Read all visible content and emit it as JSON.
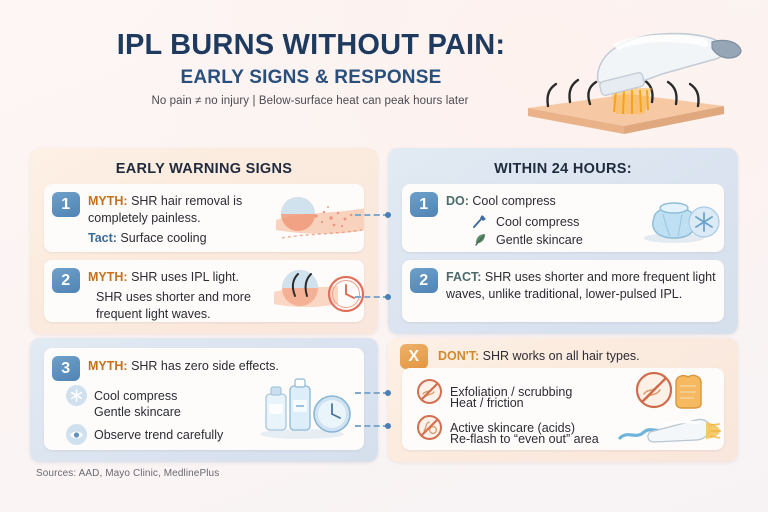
{
  "header": {
    "title": "IPL BURNS WITHOUT PAIN:",
    "subtitle": "EARLY SIGNS & RESPONSE",
    "tagline": "No pain ≠ no injury  |  Below-surface heat can peak hours later",
    "device_icon": "ipl-handpiece-on-skin-illustration"
  },
  "panels": {
    "left_top": {
      "heading": "EARLY WARNING SIGNS",
      "cards": [
        {
          "badge": "1",
          "badge_color": "#4f84b4",
          "label": "MYTH:",
          "label_color": "#c4711f",
          "text": "SHR hair removal is completely painless.",
          "sub_label": "Tact:",
          "sub_label_color": "#3d6b96",
          "sub_text": "Surface cooling",
          "illustration": "irritated-skin-closeup-icon"
        },
        {
          "badge": "2",
          "badge_color": "#4f84b4",
          "label": "MYTH:",
          "label_color": "#c4711f",
          "text": "SHR uses IPL light.",
          "sub_text": "SHR uses shorter and more frequent light waves.",
          "illustration": "hair-follicle-and-clock-icon"
        }
      ]
    },
    "right_top": {
      "heading": "WITHIN 24 HOURS:",
      "cards": [
        {
          "badge": "1",
          "badge_color": "#4f84b4",
          "label": "DO:",
          "label_color": "#4b6b6a",
          "text": "Cool compress",
          "bullets": [
            {
              "icon": "compress-pin-icon",
              "text": "Cool compress"
            },
            {
              "icon": "leaf-icon",
              "text": "Gentle skincare"
            }
          ],
          "illustration": "ice-bag-with-snowflake-icon"
        },
        {
          "badge": "2",
          "badge_color": "#4f84b4",
          "label": "FACT:",
          "label_color": "#4b6b6a",
          "text": "SHR uses shorter and more frequent light waves, unlike traditional, lower-pulsed IPL."
        }
      ]
    },
    "left_bottom": {
      "card": {
        "badge": "3",
        "badge_color": "#4f84b4",
        "label": "MYTH:",
        "label_color": "#c4711f",
        "text": "SHR has zero side effects.",
        "bullets": [
          {
            "icon": "snowflake-icon",
            "text": "Cool compress"
          },
          {
            "icon": "blank-icon",
            "text": "Gentle skincare"
          },
          {
            "icon": "eye-icon",
            "text": "Observe trend carefully"
          }
        ],
        "illustration": "skincare-bottles-and-clock-icon"
      }
    },
    "right_bottom": {
      "card": {
        "badge": "X",
        "badge_color": "#e3973f",
        "label": "DON'T:",
        "label_color": "#d08a2c",
        "text": "SHR works on all hair types.",
        "bullets": [
          {
            "icon": "no-scrub-icon",
            "text": "Exfoliation / scrubbing"
          },
          {
            "icon": "blank-icon",
            "text": "Heat / friction"
          },
          {
            "icon": "no-acid-icon",
            "text": "Active skincare (acids)"
          },
          {
            "icon": "blank-icon",
            "text": "Re-flash to “even out” area"
          }
        ],
        "illustration": "ipl-device-firing-icon"
      }
    }
  },
  "footer": {
    "sources": "Sources: AAD, Mayo Clinic, MedlinePlus"
  },
  "colors": {
    "page_bg": "#fdf5f4",
    "panel_peach": "#fbeade",
    "panel_blue": "#dae3ef",
    "title_navy": "#1e3a5f",
    "badge_blue": "#4f84b4",
    "badge_orange": "#e3973f",
    "connector_blue": "#7fa8ce"
  }
}
